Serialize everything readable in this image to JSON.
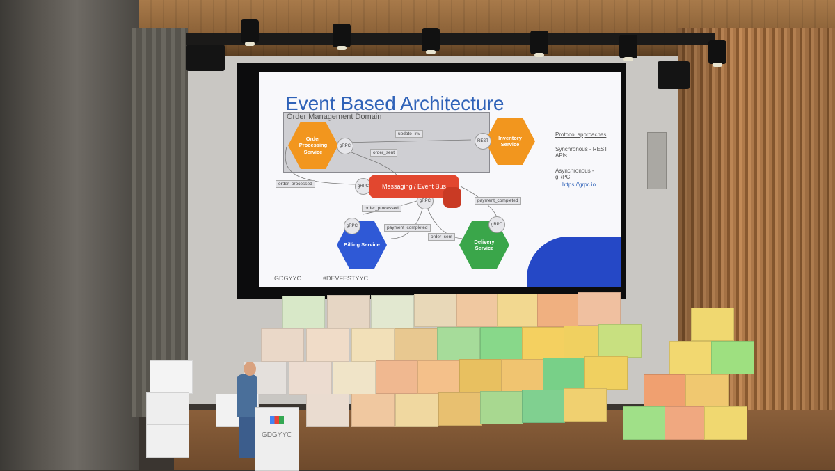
{
  "slide": {
    "title": "Event Based Architecture",
    "domain_label": "Order Management Domain",
    "services": {
      "order": "Order Processing Service",
      "inventory": "Inventory Service",
      "billing": "Billing Service",
      "delivery": "Delivery Service"
    },
    "bus_label": "Messaging / Event Bus",
    "protocols": {
      "grpc": "gRPC",
      "rest": "REST"
    },
    "tags": {
      "update_inv": "update_inv",
      "order_sent_1": "order_sent",
      "order_processed_1": "order_processed",
      "order_processed_2": "order_processed",
      "payment_completed_1": "payment_completed",
      "payment_completed_2": "payment_completed",
      "order_sent_2": "order_sent"
    },
    "side_panel": {
      "heading": "Protocol approaches",
      "sync": "Synchronous - REST APIs",
      "async": "Asynchronous - gRPC",
      "link": "https://grpc.io"
    },
    "footer_left": "GDGYYC",
    "footer_right": "#DEVFESTYYC"
  },
  "podium": {
    "label": "GDGYYC"
  },
  "colors": {
    "title_blue": "#2f62b8",
    "orange_service": "#f2961e",
    "blue_service": "#2f59d6",
    "green_service": "#3aa64a",
    "bus_red": "#e2472f"
  }
}
